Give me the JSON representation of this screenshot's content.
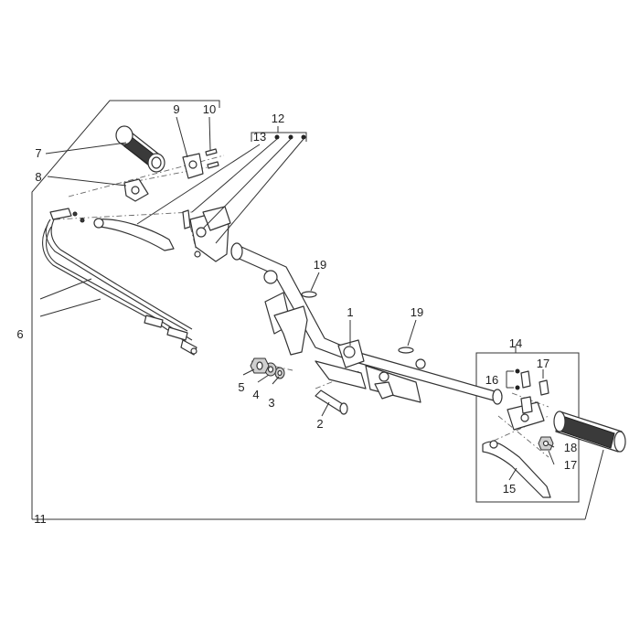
{
  "labels": {
    "l1": "1",
    "l2": "2",
    "l3": "3",
    "l4": "4",
    "l5": "5",
    "l6": "6",
    "l7": "7",
    "l8": "8",
    "l9": "9",
    "l10": "10",
    "l11": "11",
    "l12": "12",
    "l13": "13",
    "l14": "14",
    "l15": "15",
    "l16": "16",
    "l17a": "17",
    "l17b": "17",
    "l18": "18",
    "l19a": "19",
    "l19b": "19"
  },
  "colors": {
    "line": "#333333",
    "part_fill": "#ffffff",
    "grip_fill": "#3a3a3a"
  }
}
